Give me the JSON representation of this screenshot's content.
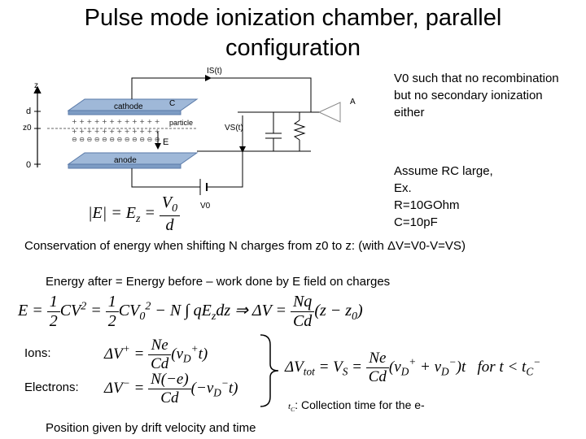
{
  "slide": {
    "title_line1": "Pulse mode ionization chamber, parallel",
    "title_line2": "configuration",
    "note1": [
      "V0 such that no recombination",
      "but no secondary ionization",
      "either"
    ],
    "note2": [
      "Assume RC large,",
      "Ex.",
      "R=10GOhm",
      "C=10pF"
    ],
    "conservation": "Conservation of energy when shifting N charges from z0 to z: (with ΔV=V0-V=VS)",
    "energy_text": "Energy after =  Energy before – work done by E field on charges",
    "ions_label": "Ions:",
    "electrons_label": "Electrons:",
    "collection_note": ": Collection time for the e-",
    "position_note": "Position given by drift velocity and time"
  },
  "diagram": {
    "cathode": "cathode",
    "anode": "anode",
    "C": "C",
    "particle": "particle",
    "IS": "IS(t)",
    "VS": "VS(t)",
    "A": "A",
    "V0": "V0",
    "z": "z",
    "d": "d",
    "z0": "z0",
    "zero": "0",
    "E": "E"
  }
}
